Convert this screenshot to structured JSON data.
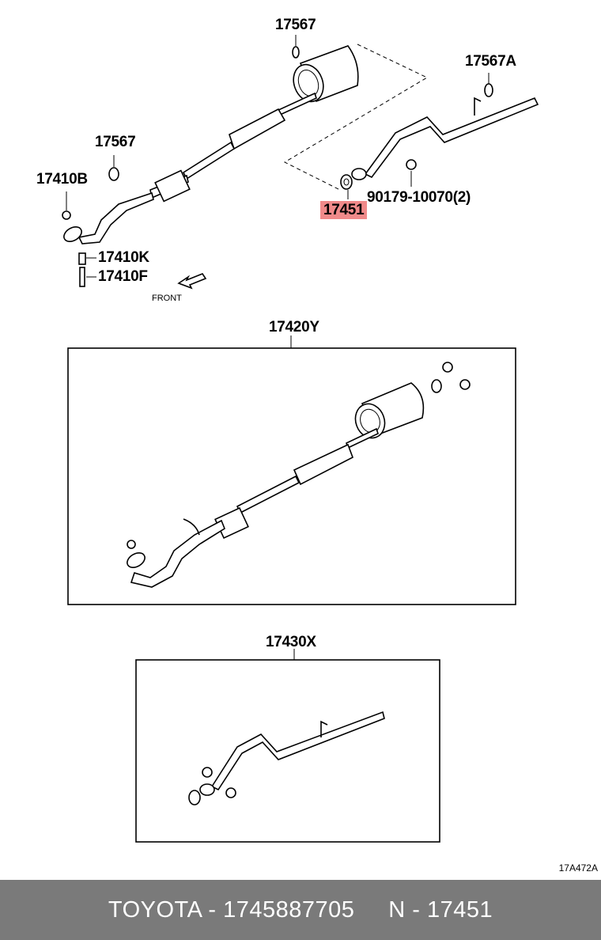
{
  "labels": {
    "top_muffler_ring": "17567",
    "tail_ring": "17567A",
    "front_ring": "17567",
    "nut_front": "17410B",
    "spring": "17410K",
    "bolt": "17410F",
    "front_arrow": "FRONT",
    "nut_rear": "90179-10070(2)",
    "gasket": "17451",
    "assy_center": "17420Y",
    "assy_tail": "17430X"
  },
  "reference_code": "17A472A",
  "footer": {
    "brand": "TOYOTA",
    "part_number": "1745887705",
    "n_label": "N",
    "n_value": "17451",
    "separator": "-"
  },
  "colors": {
    "highlight": "#f08a8a",
    "footer_bg": "#7a7a7a",
    "footer_text": "#ffffff"
  }
}
